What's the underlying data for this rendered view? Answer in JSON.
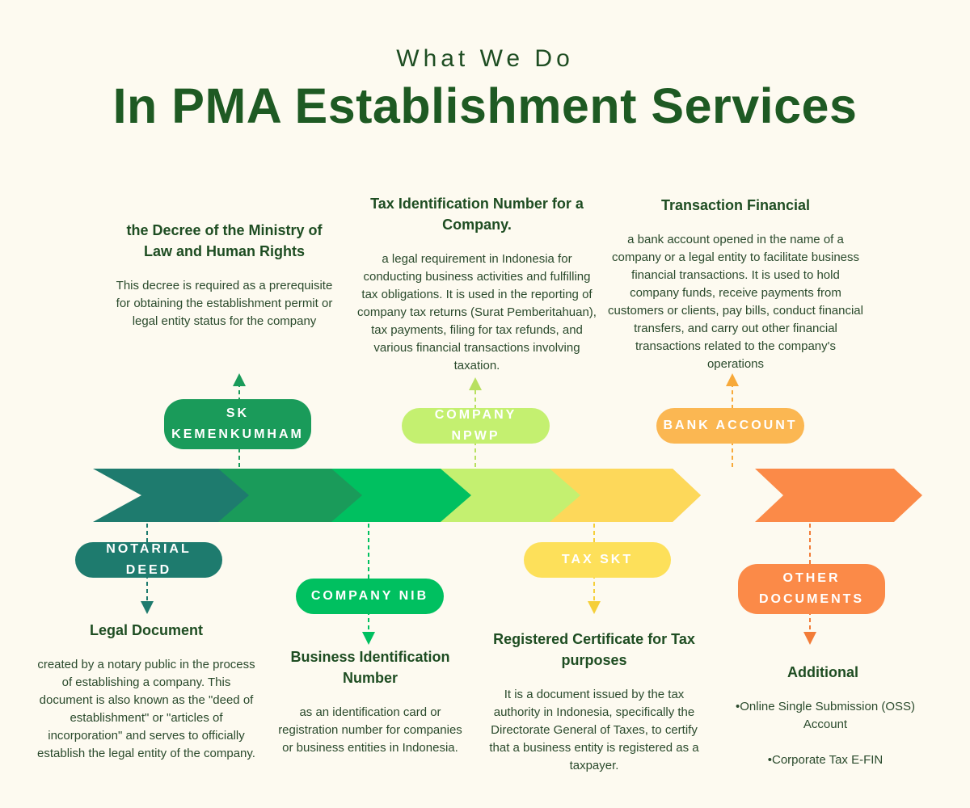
{
  "header": {
    "subtitle": "What We Do",
    "title": "In PMA Establishment Services"
  },
  "colors": {
    "background": "#fdfaf0",
    "title": "#1e5a23",
    "notarial_deed": "#1e7b6e",
    "sk_kemenkumham": "#1a9b5a",
    "company_nib": "#00c060",
    "company_npwp": "#c4f070",
    "tax_skt": "#fde05a",
    "bank_account": "#fbb752",
    "other_documents": "#fb8a48"
  },
  "steps": {
    "notarial_deed": {
      "label": "NOTARIAL DEED",
      "heading": "Legal Document",
      "description": "created by a notary public in the process of establishing a company. This document is also known as the \"deed of establishment\" or \"articles of incorporation\" and serves to officially establish the legal entity of the company."
    },
    "sk_kemenkumham": {
      "label": "SK KEMENKUMHAM",
      "heading": "the Decree of the Ministry of Law and Human Rights",
      "description": "This decree is required as a prerequisite for obtaining the establishment permit or legal entity status for the company"
    },
    "company_nib": {
      "label": "COMPANY NIB",
      "heading": "Business Identification Number",
      "description": "as an identification card or registration number for companies or business entities in Indonesia."
    },
    "company_npwp": {
      "label": "COMPANY NPWP",
      "heading": "Tax Identification Number for a Company.",
      "description": "a legal requirement in Indonesia for conducting business activities and fulfilling tax obligations. It is used in the reporting of company tax returns (Surat Pemberitahuan), tax payments, filing for tax refunds, and various financial transactions involving taxation."
    },
    "tax_skt": {
      "label": "TAX SKT",
      "heading": "Registered Certificate for Tax purposes",
      "description": "It is a document issued by the tax authority in Indonesia, specifically the Directorate General of Taxes, to certify that a business entity is registered as a taxpayer."
    },
    "bank_account": {
      "label": "BANK ACCOUNT",
      "heading": "Transaction Financial",
      "description": "a bank account opened in the name of a company or a legal entity to facilitate business financial transactions. It is used to hold company funds, receive payments from customers or clients, pay bills, conduct financial transfers, and carry out other financial transactions related to the company's operations"
    },
    "other_documents": {
      "label": "OTHER DOCUMENTS",
      "heading": "Additional",
      "bullets": [
        "•Online Single Submission (OSS) Account",
        "•Corporate Tax E-FIN"
      ]
    }
  }
}
